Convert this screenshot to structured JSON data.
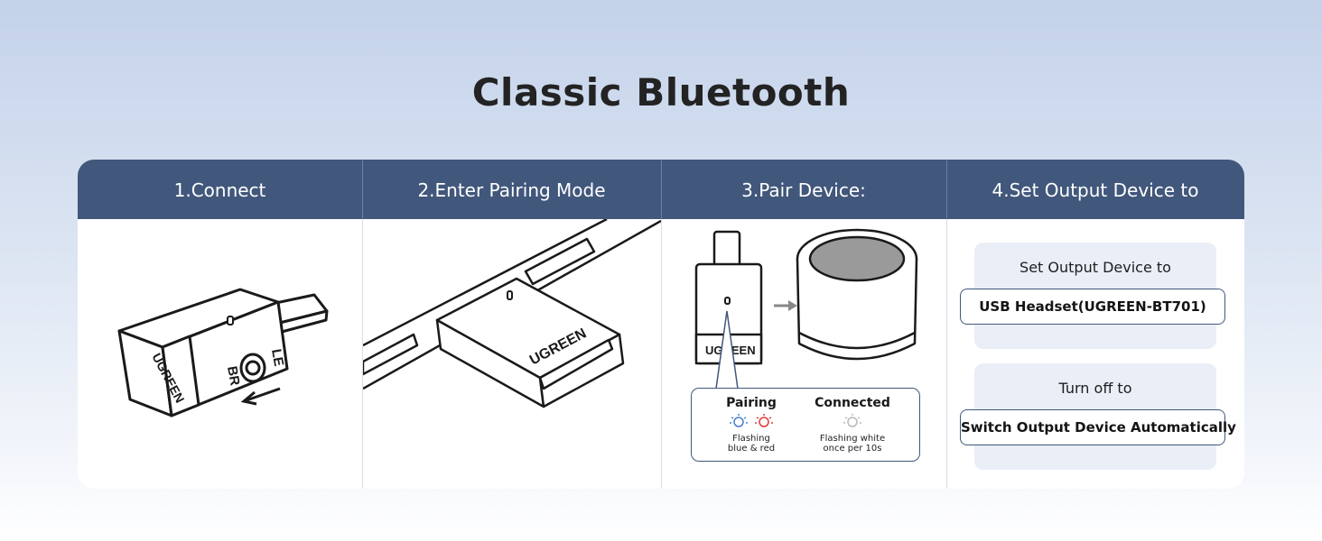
{
  "title": "Classic Bluetooth",
  "steps": [
    {
      "label": "1.Connect"
    },
    {
      "label": "2.Enter Pairing Mode"
    },
    {
      "label": "3.Pair Device:"
    },
    {
      "label": "4.Set Output Device to"
    }
  ],
  "adapter": {
    "brand": "UGREEN",
    "switch_top": "LE",
    "switch_bottom": "BR"
  },
  "pair_legend": {
    "pairing": {
      "title": "Pairing",
      "desc_line1": "Flashing",
      "desc_line2": "blue & red"
    },
    "connected": {
      "title": "Connected",
      "desc_line1": "Flashing white",
      "desc_line2": "once per 10s"
    }
  },
  "output_settings": {
    "set_output_label": "Set Output Device to",
    "set_output_value": "USB Headset(UGREEN-BT701)",
    "turn_off_label": "Turn off to",
    "turn_off_value": "Switch Output Device Automatically"
  },
  "colors": {
    "header": "#41577b",
    "led_blue": "#4a7fd0",
    "led_red": "#e03a3a",
    "led_white": "#b8b8b8"
  }
}
